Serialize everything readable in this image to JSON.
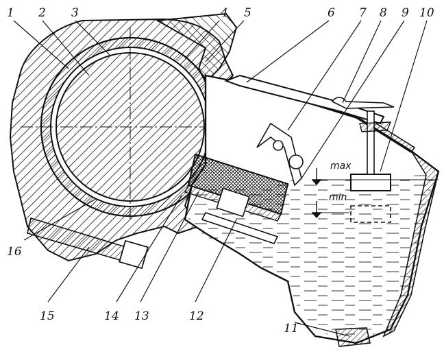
{
  "diagram": {
    "callouts": [
      "1",
      "2",
      "3",
      "4",
      "5",
      "6",
      "7",
      "8",
      "9",
      "10",
      "11",
      "12",
      "13",
      "14",
      "15",
      "16"
    ],
    "level_labels": {
      "max": "max",
      "min": "min"
    },
    "colors": {
      "ink": "#111111",
      "fill": "#e6e6e6",
      "paper": "#ffffff"
    }
  }
}
